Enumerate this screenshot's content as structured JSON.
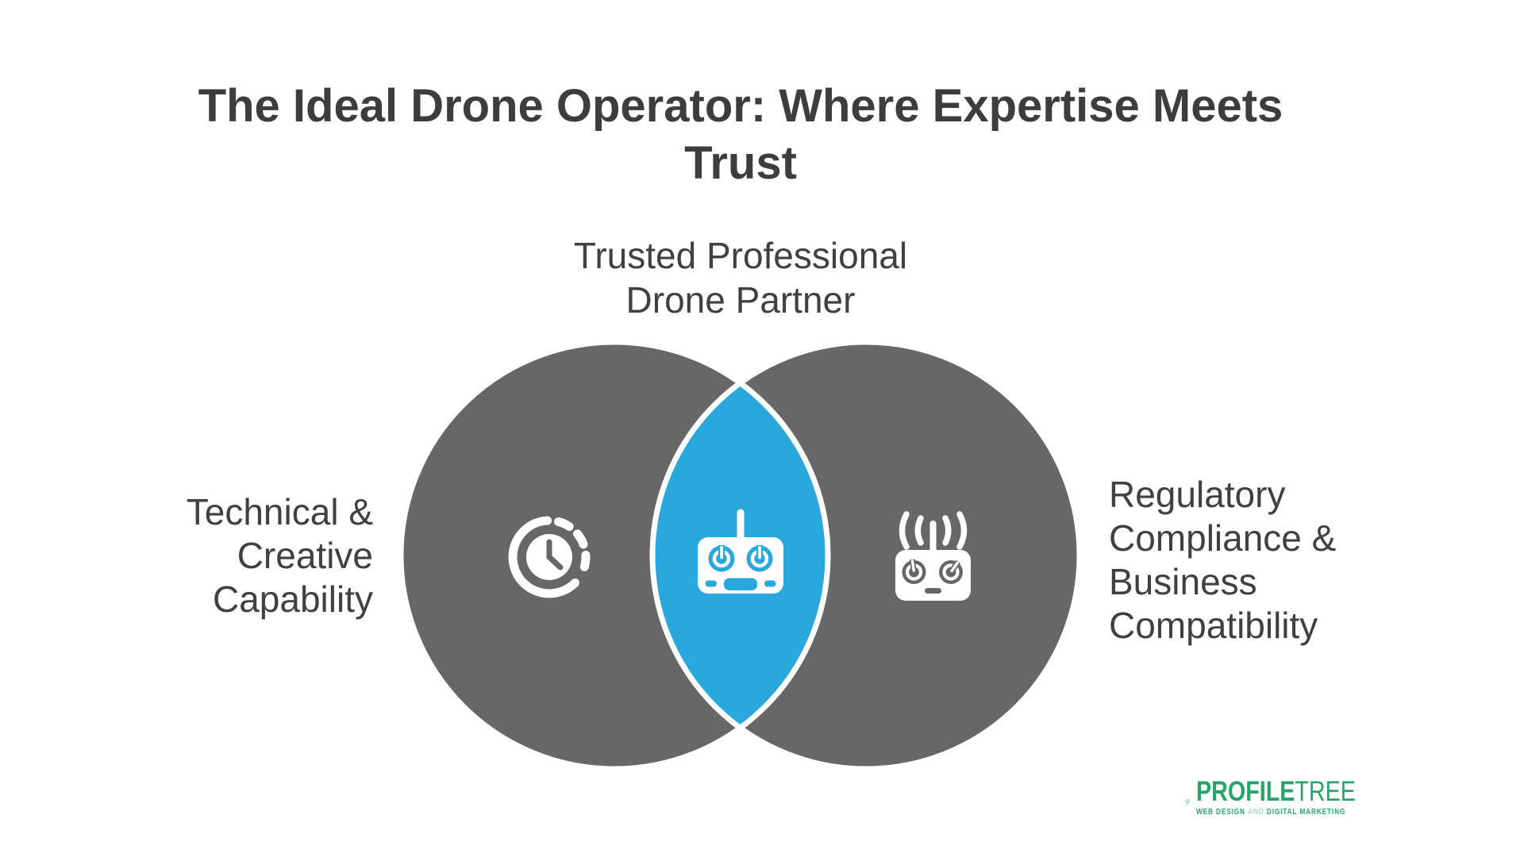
{
  "title": {
    "full": "The Ideal Drone Operator: Where Expertise Meets Trust",
    "lines": [
      "The Ideal Drone Operator: Where Expertise Meets",
      "Trust"
    ]
  },
  "venn": {
    "center_label": {
      "full": "Trusted Professional Drone Partner",
      "lines": [
        "Trusted Professional",
        "Drone Partner"
      ]
    },
    "left": {
      "full": "Technical & Creative Capability",
      "lines": [
        "Technical &",
        "Creative",
        "Capability"
      ],
      "icon": "clock-icon"
    },
    "right": {
      "full": "Regulatory Compliance & Business Compatibility",
      "lines": [
        "Regulatory",
        "Compliance &",
        "Business",
        "Compatibility"
      ],
      "icon": "drone-controller-signal-icon"
    },
    "overlap": {
      "icon": "drone-controller-icon"
    },
    "colors": {
      "circle_gray": "#676767",
      "overlap_blue": "#29a8de",
      "icon_white": "#ffffff",
      "outline_white": "#ffffff"
    }
  },
  "logo": {
    "brand_bold": "PROFILE",
    "brand_light": "TREE",
    "tagline_parts": [
      "WEB DESIGN",
      "AND",
      "DIGITAL MARKETING"
    ],
    "color_green": "#27a569"
  },
  "text_colors": {
    "title": "#3d3d3d",
    "labels": "#404040"
  }
}
